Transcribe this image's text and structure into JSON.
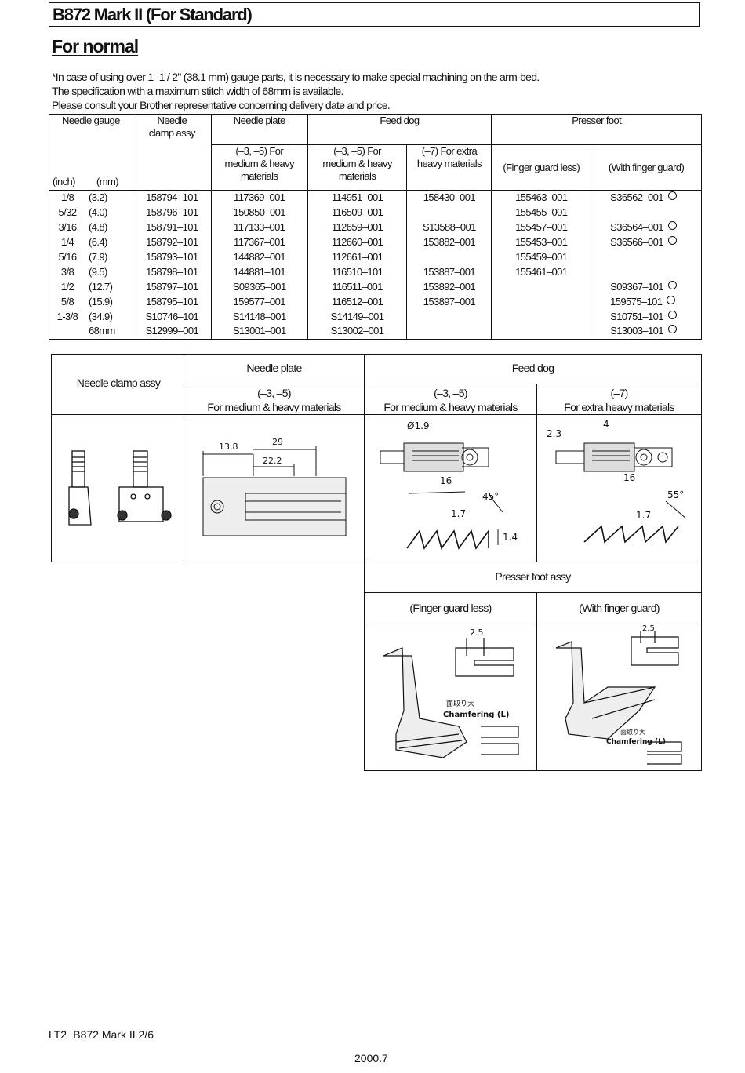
{
  "header": {
    "title": "B872 Mark II (For Standard)",
    "subtitle": "For normal"
  },
  "notes": [
    "*In case of using over 1–1 / 2\" (38.1 mm) gauge parts, it is necessary to make special machining on the arm-bed.",
    " The specification with a maximum stitch width of 68mm is available.",
    " Please consult your Brother representative concerning delivery date and price."
  ],
  "parts_table": {
    "headers": {
      "needle_gauge": "Needle gauge",
      "inch": "(inch)",
      "mm": "(mm)",
      "needle_clamp": "Needle clamp assy",
      "needle_plate": "Needle plate",
      "feed_dog": "Feed dog",
      "presser_foot": "Presser foot",
      "np_sub": "(–3, –5) For medium & heavy materials",
      "fd_sub1": "(–3, –5) For medium & heavy materials",
      "fd_sub2": "(–7) For extra heavy materials",
      "pf_sub1": "(Finger guard less)",
      "pf_sub2": "(With finger guard)"
    },
    "rows": [
      {
        "inch": "1/8",
        "mm": "(3.2)",
        "clamp": "158794–101",
        "plate": "117369–001",
        "fd1": "114951–001",
        "fd2": "158430–001",
        "pf1": "155463–001",
        "pf2": "S36562–001",
        "mark": true
      },
      {
        "inch": "5/32",
        "mm": "(4.0)",
        "clamp": "158796–101",
        "plate": "150850–001",
        "fd1": "116509–001",
        "fd2": "",
        "pf1": "155455–001",
        "pf2": "",
        "mark": false
      },
      {
        "inch": "3/16",
        "mm": "(4.8)",
        "clamp": "158791–101",
        "plate": "117133–001",
        "fd1": "112659–001",
        "fd2": "S13588–001",
        "pf1": "155457–001",
        "pf2": "S36564–001",
        "mark": true
      },
      {
        "inch": "1/4",
        "mm": "(6.4)",
        "clamp": "158792–101",
        "plate": "117367–001",
        "fd1": "112660–001",
        "fd2": "153882–001",
        "pf1": "155453–001",
        "pf2": "S36566–001",
        "mark": true
      },
      {
        "inch": "5/16",
        "mm": "(7.9)",
        "clamp": "158793–101",
        "plate": "144882–001",
        "fd1": "112661–001",
        "fd2": "",
        "pf1": "155459–001",
        "pf2": "",
        "mark": false
      },
      {
        "inch": "3/8",
        "mm": "(9.5)",
        "clamp": "158798–101",
        "plate": "144881–101",
        "fd1": "116510–101",
        "fd2": "153887–001",
        "pf1": "155461–001",
        "pf2": "",
        "mark": false
      },
      {
        "inch": "1/2",
        "mm": "(12.7)",
        "clamp": "158797–101",
        "plate": "S09365–001",
        "fd1": "116511–001",
        "fd2": "153892–001",
        "pf1": "",
        "pf2": "S09367–101",
        "mark": true
      },
      {
        "inch": "5/8",
        "mm": "(15.9)",
        "clamp": "158795–101",
        "plate": "159577–001",
        "fd1": "116512–001",
        "fd2": "153897–001",
        "pf1": "",
        "pf2": "159575–101",
        "mark": true
      },
      {
        "inch": "1-3/8",
        "mm": "(34.9)",
        "clamp": "S10746–101",
        "plate": "S14148–001",
        "fd1": "S14149–001",
        "fd2": "",
        "pf1": "",
        "pf2": "S10751–101",
        "mark": true
      },
      {
        "inch": "",
        "mm": "68mm",
        "clamp": "S12999–001",
        "plate": "S13001–001",
        "fd1": "S13002–001",
        "fd2": "",
        "pf1": "",
        "pf2": "S13003–101",
        "mark": true
      }
    ]
  },
  "diagram": {
    "needle_clamp_label": "Needle clamp assy",
    "needle_plate_label": "Needle plate",
    "feed_dog_label": "Feed dog",
    "np_sub_a": "(–3, –5)",
    "np_sub_b": "For medium & heavy materials",
    "fd1_sub_a": "(–3, –5)",
    "fd1_sub_b": "For medium & heavy materials",
    "fd2_sub_a": "(–7)",
    "fd2_sub_b": "For extra heavy materials",
    "presser_foot_label": "Presser foot assy",
    "pf_less": "(Finger guard less)",
    "pf_with": "(With finger guard)",
    "dims": {
      "np_a": "13.8",
      "np_b": "29",
      "np_c": "22.2",
      "fd1_dia": "Ø1.9",
      "fd1_len": "16",
      "fd1_ang": "45°",
      "fd1_p": "1.7",
      "fd1_h": "1.4",
      "fd2_a": "2.3",
      "fd2_b": "4",
      "fd2_len": "16",
      "fd2_ang": "55°",
      "fd2_p": "1.7",
      "pf_w1": "2.5",
      "pf_w2": "2.5",
      "pf_jp1": "面取り大",
      "pf_ch1": "Chamfering (L)",
      "pf_jp2": "面取り大",
      "pf_ch2": "Chamfering (L)"
    }
  },
  "footer": {
    "doc_id": "LT2−B872 Mark II  2/6",
    "date": "2000.7"
  }
}
